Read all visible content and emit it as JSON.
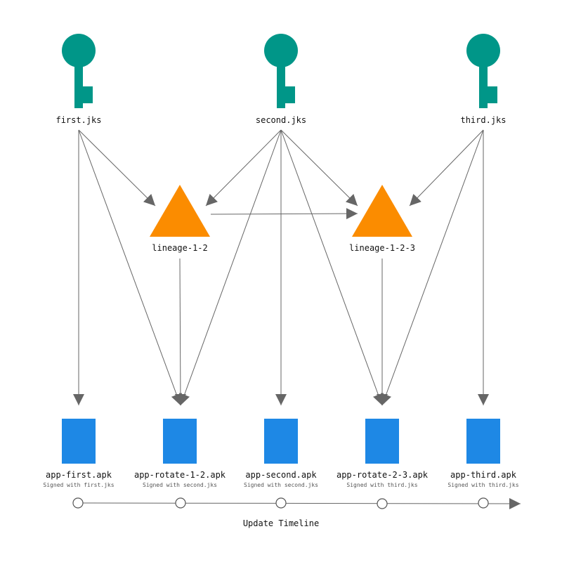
{
  "colors": {
    "key": "#009688",
    "lineage": "#FB8C00",
    "apk": "#1E88E5",
    "edge": "#666666"
  },
  "keys": [
    {
      "id": "first",
      "label": "first.jks"
    },
    {
      "id": "second",
      "label": "second.jks"
    },
    {
      "id": "third",
      "label": "third.jks"
    }
  ],
  "lineages": [
    {
      "id": "l12",
      "label": "lineage-1-2"
    },
    {
      "id": "l123",
      "label": "lineage-1-2-3"
    }
  ],
  "apks": [
    {
      "id": "a1",
      "label": "app-first.apk",
      "sub": "Signed with first.jks"
    },
    {
      "id": "a2",
      "label": "app-rotate-1-2.apk",
      "sub": "Signed with second.jks"
    },
    {
      "id": "a3",
      "label": "app-second.apk",
      "sub": "Signed with second.jks"
    },
    {
      "id": "a4",
      "label": "app-rotate-2-3.apk",
      "sub": "Signed with third.jks"
    },
    {
      "id": "a5",
      "label": "app-third.apk",
      "sub": "Signed with third.jks"
    }
  ],
  "edges": [
    {
      "from": "first",
      "to": "l12"
    },
    {
      "from": "first",
      "to": "a1"
    },
    {
      "from": "first",
      "to": "a2"
    },
    {
      "from": "second",
      "to": "l12"
    },
    {
      "from": "second",
      "to": "l123"
    },
    {
      "from": "second",
      "to": "a2"
    },
    {
      "from": "second",
      "to": "a3"
    },
    {
      "from": "second",
      "to": "a4"
    },
    {
      "from": "third",
      "to": "l123"
    },
    {
      "from": "third",
      "to": "a4"
    },
    {
      "from": "third",
      "to": "a5"
    },
    {
      "from": "l12",
      "to": "l123"
    },
    {
      "from": "l12",
      "to": "a2"
    },
    {
      "from": "l123",
      "to": "a4"
    }
  ],
  "timeline": {
    "label": "Update Timeline"
  }
}
